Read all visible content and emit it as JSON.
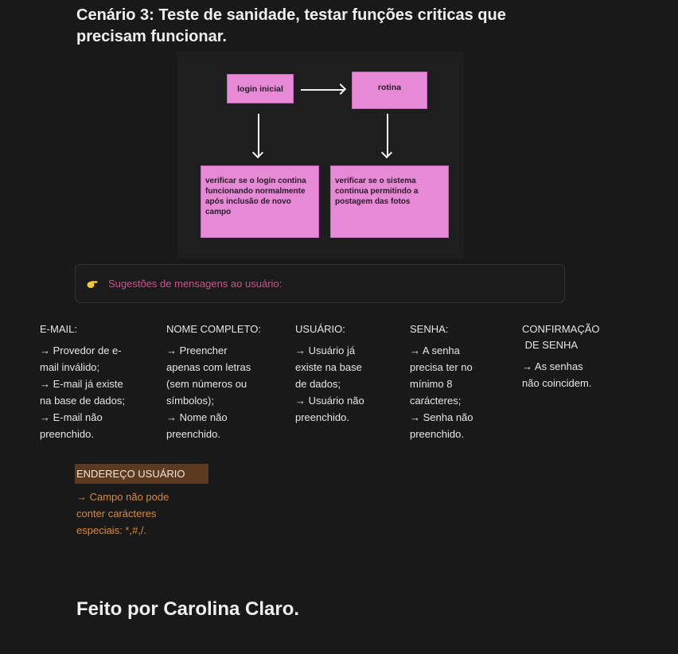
{
  "title": {
    "line1": "Cenário 3: Teste de sanidade, testar funções criticas que",
    "line2": "precisam funcionar."
  },
  "diagram": {
    "box_color": "#e68ad6",
    "nodes": [
      {
        "id": "login-inicial",
        "label": "login inicial"
      },
      {
        "id": "rotina",
        "label": "rotina"
      },
      {
        "id": "verify-login",
        "lines": [
          "verificar se o login contina",
          "funcionando normalmente",
          "após inclusão de novo",
          "campo"
        ]
      },
      {
        "id": "verify-system",
        "lines": [
          "verificar se o sistema",
          "continua permitindo a",
          "postagem das fotos"
        ]
      }
    ],
    "edges": [
      {
        "from": "login-inicial",
        "to": "rotina"
      },
      {
        "from": "login-inicial",
        "to": "verify-login"
      },
      {
        "from": "rotina",
        "to": "verify-system"
      }
    ]
  },
  "callout": {
    "icon": "pointing-hand-icon",
    "text": "Sugestões de mensagens ao usuário:",
    "text_color": "#c9558e"
  },
  "columns": [
    {
      "heading": [
        "E-MAIL:"
      ],
      "lines": [
        "→ Provedor de e-",
        "mail inválido;",
        "→ E-mail já existe",
        "na base de dados;",
        "→ E-mail não",
        "preenchido."
      ]
    },
    {
      "heading": [
        "NOME COMPLETO:"
      ],
      "lines": [
        "→ Preencher",
        "apenas com letras",
        "(sem números ou",
        "símbolos);",
        "→ Nome não",
        "preenchido."
      ]
    },
    {
      "heading": [
        "USUÁRIO:"
      ],
      "lines": [
        "→ Usuário já",
        "existe na base",
        "de dados;",
        "→ Usuário não",
        "preenchido."
      ]
    },
    {
      "heading": [
        "SENHA:"
      ],
      "lines": [
        "→ A senha",
        "precisa ter no",
        "mínimo 8",
        "carácteres;",
        "→ Senha não",
        "preenchido."
      ]
    },
    {
      "heading": [
        "CONFIRMAÇÃO",
        " DE SENHA"
      ],
      "lines": [
        "→ As senhas",
        "não coincidem."
      ]
    }
  ],
  "address": {
    "heading": "ENDEREÇO USUÁRIO",
    "heading_bg": "#5c3a1f",
    "lines": [
      "→ Campo não pode",
      "conter carácteres",
      "especiais: *,#,/."
    ],
    "text_color": "#d98a3a"
  },
  "footer": {
    "text": "Feito por Carolina Claro."
  }
}
